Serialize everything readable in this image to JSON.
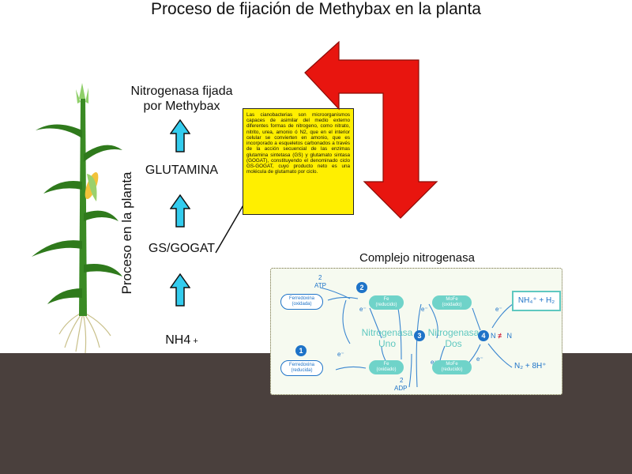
{
  "title": "Proceso de fijación de Methybax en la planta",
  "labels": {
    "nitrogenasa_fijada_line1": "Nitrogenasa fijada",
    "nitrogenasa_fijada_line2": "por Methybax",
    "glutamina": "GLUTAMINA",
    "gs_gogat": "GS/GOGAT",
    "nh4_main": "NH4",
    "nh4_plus": "+",
    "vertical": "Proceso en la planta",
    "complejo": "Complejo nitrogenasa"
  },
  "note": "Las cianobacterias son microorganismos capaces de asimilar del medio externo diferentes formas de nitrogeno, como nitrato, nitrito, urea, amonio ó N2, que en el interior celular se convierten en amonio, que es incorporado a esqueletos carbonados a través de la acción secuencial de las enzimas glutamina sintetasa (GS) y glutamato sintasa (GOGAT), constituyendo el denominado ciclo GS-GOGAT, cuyo producto neto es una molécula de glutamato por ciclo.",
  "panel": {
    "atp_num": "2",
    "atp": "ATP",
    "adp_num": "2",
    "adp": "ADP",
    "ferredoxina_ox_1": "Ferredoxina",
    "ferredoxina_ox_2": "(oxidada)",
    "ferredoxina_red_1": "Ferredoxina",
    "ferredoxina_red_2": "(reducida)",
    "fe_red_1": "Fe",
    "fe_red_2": "(reducido)",
    "fe_ox_1": "Fe",
    "fe_ox_2": "(oxidado)",
    "mofe_ox_1": "MoFe",
    "mofe_ox_2": "(oxidado)",
    "mofe_red_1": "MoFe",
    "mofe_red_2": "(reducido)",
    "nitro_uno_1": "Nitrogenasa",
    "nitro_uno_2": "Uno",
    "nitro_dos_1": "Nitrogenasa",
    "nitro_dos_2": "Dos",
    "electron": "e⁻",
    "n_left": "N",
    "n_right": "N",
    "products": "NH₄⁺ + H₂",
    "reactants": "N₂ + 8H⁺",
    "step1": "1",
    "step2": "2",
    "step3": "3",
    "step4": "4"
  },
  "colors": {
    "up_arrow_fill": "#33ccee",
    "big_arrow": "#e8150f",
    "note_bg": "#ffef00",
    "soil": "#4a403d",
    "plant_green": "#2f7a1c",
    "panel_blue": "#1e73c8",
    "panel_teal": "#6fd3c9"
  },
  "icons": [
    "corn-plant-icon",
    "up-arrow-icon",
    "bent-red-arrow-icon"
  ]
}
